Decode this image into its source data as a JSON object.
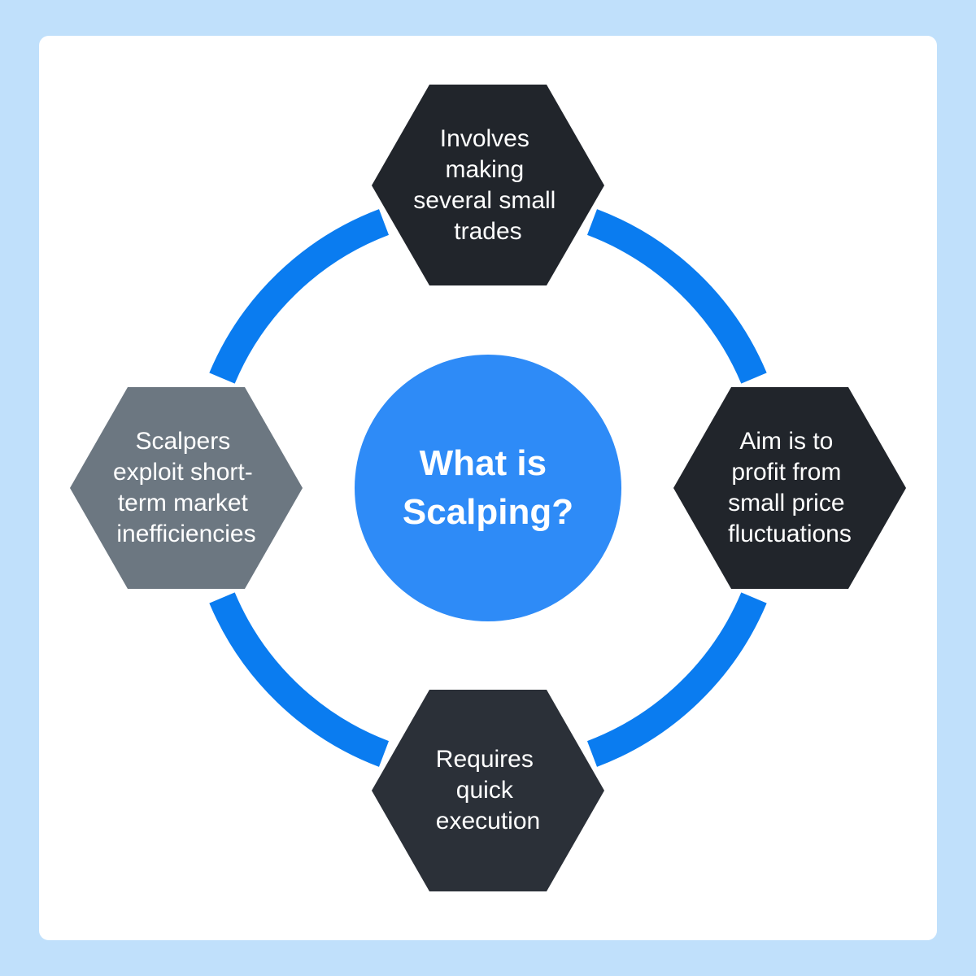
{
  "center": {
    "lines": [
      "What is",
      "Scalping?"
    ],
    "color": "#2e8bf7"
  },
  "ring_color": "#0a7cf0",
  "nodes": [
    {
      "id": "top",
      "lines": [
        "Involves",
        "making",
        "several small",
        "trades"
      ],
      "color": "#21252b"
    },
    {
      "id": "right",
      "lines": [
        "Aim is to",
        "profit from",
        "small price",
        "fluctuations"
      ],
      "color": "#21252b"
    },
    {
      "id": "bottom",
      "lines": [
        "Requires",
        "quick",
        "execution"
      ],
      "color": "#2b3038"
    },
    {
      "id": "left",
      "lines": [
        "Scalpers",
        "exploit short-",
        "term market",
        "inefficiencies"
      ],
      "color": "#6c7781"
    }
  ]
}
